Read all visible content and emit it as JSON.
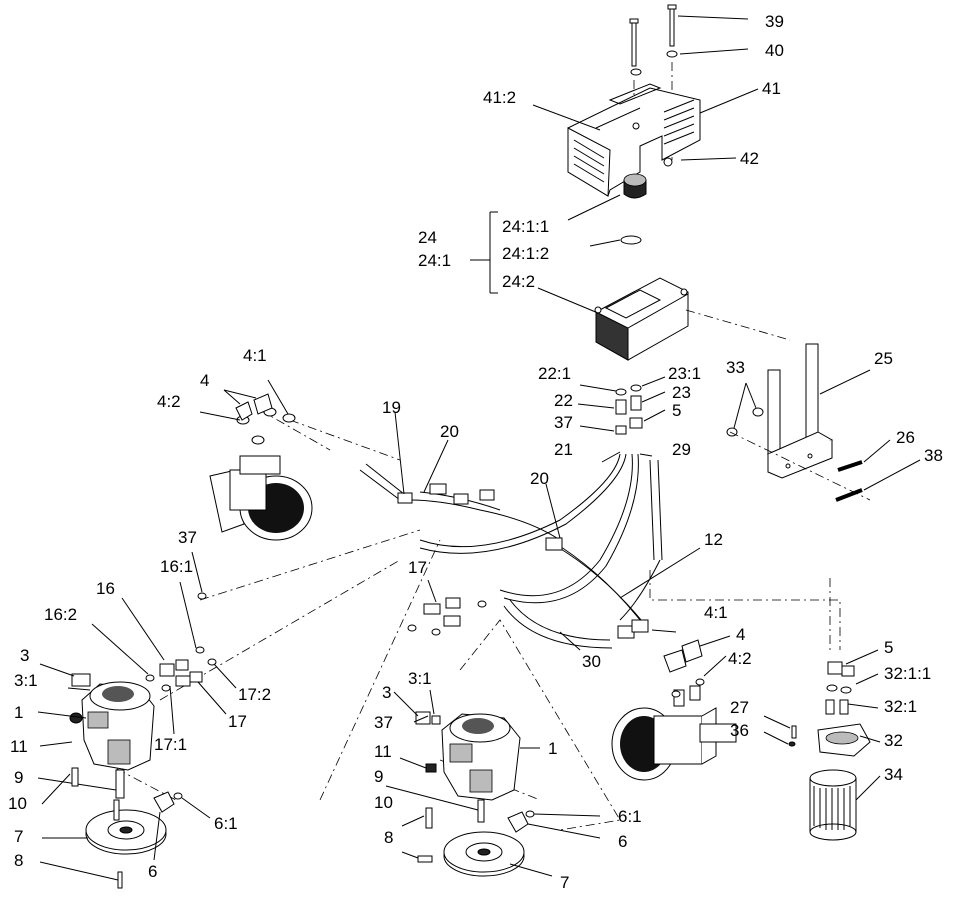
{
  "callouts": {
    "c39": "39",
    "c40": "40",
    "c41_2": "41:2",
    "c41": "41",
    "c42": "42",
    "c24_1_1": "24:1:1",
    "c24": "24",
    "c24_1": "24:1",
    "c24_1_2": "24:1:2",
    "c24_2": "24:2",
    "c4_1_top": "4:1",
    "c4_top": "4",
    "c4_2_top": "4:2",
    "c19": "19",
    "c20_top": "20",
    "c22_1": "22:1",
    "c23_1": "23:1",
    "c23": "23",
    "c22": "22",
    "c5_top": "5",
    "c37_mid": "37",
    "c21": "21",
    "c29": "29",
    "c20_mid": "20",
    "c33": "33",
    "c25": "25",
    "c26": "26",
    "c38": "38",
    "c12": "12",
    "c37_left": "37",
    "c16_1": "16:1",
    "c16": "16",
    "c16_2": "16:2",
    "c17_mid": "17",
    "c3_left": "3",
    "c3_1_left": "3:1",
    "c1_left": "1",
    "c11_left": "11",
    "c17_left": "17",
    "c17_2": "17:2",
    "c17_1": "17:1",
    "c9_left": "9",
    "c10_left": "10",
    "c7_left": "7",
    "c8_left": "8",
    "c6_1_left": "6:1",
    "c6_left": "6",
    "c3_mid": "3",
    "c3_1_mid": "3:1",
    "c37_low": "37",
    "c1_mid": "1",
    "c11_mid": "11",
    "c9_mid": "9",
    "c10_mid": "10",
    "c8_mid": "8",
    "c7_mid": "7",
    "c6_1_mid": "6:1",
    "c6_mid": "6",
    "c30": "30",
    "c4_1_right": "4:1",
    "c4_right": "4",
    "c4_2_right": "4:2",
    "c5_right": "5",
    "c32_1_1": "32:1:1",
    "c32_1": "32:1",
    "c27": "27",
    "c36": "36",
    "c32": "32",
    "c34": "34"
  },
  "icons": {
    "reservoir": "hydraulic-reservoir-icon",
    "guard": "reservoir-guard-icon",
    "pump": "hydraulic-pump-icon",
    "motor": "wheel-motor-icon",
    "filter": "oil-filter-icon"
  }
}
